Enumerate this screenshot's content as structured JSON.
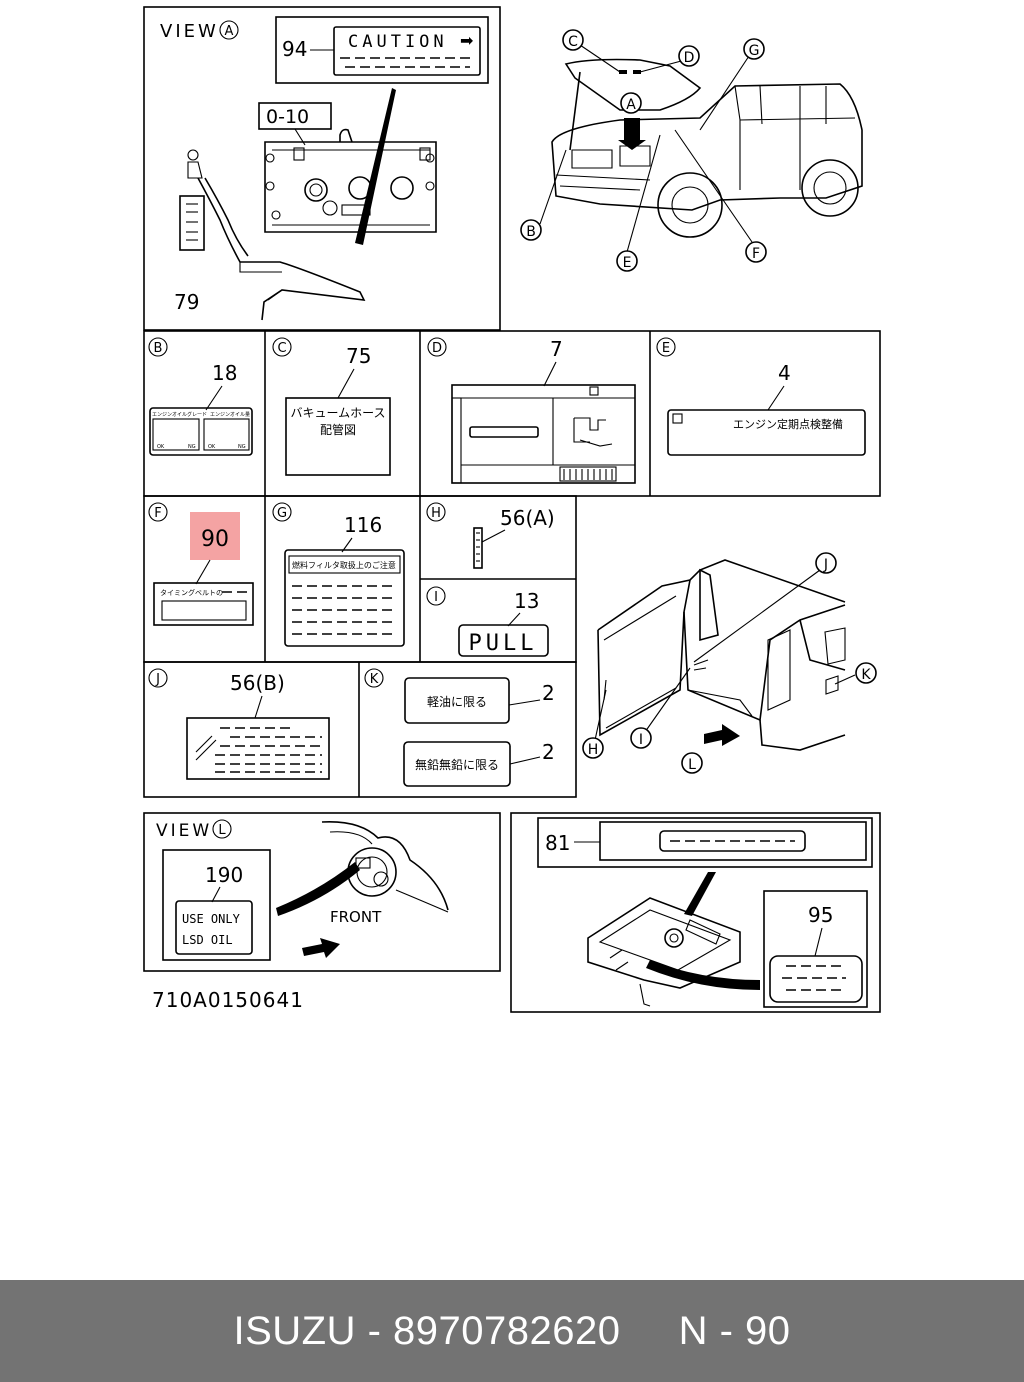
{
  "view_a": {
    "title": "VIEW",
    "letter": "A",
    "caution_callout": "94",
    "caution_text": "CAUTION",
    "caution_arrow": "➡",
    "oil_label": "0-10",
    "dipstick_callout": "79"
  },
  "vehicle_front": {
    "letters": [
      "C",
      "D",
      "G",
      "A",
      "B",
      "E",
      "F"
    ]
  },
  "panels": {
    "b": {
      "letter": "B",
      "callout": "18",
      "label_left_top": "エンジンオイルグレード",
      "label_right_top": "エンジンオイル量",
      "left_bottom_l": "OK",
      "left_bottom_r": "NG",
      "right_bottom_l": "OK",
      "right_bottom_r": "NG"
    },
    "c": {
      "letter": "C",
      "callout": "75",
      "line1": "バキュームホース",
      "line2": "配管図"
    },
    "d": {
      "letter": "D",
      "callout": "7"
    },
    "e": {
      "letter": "E",
      "callout": "4",
      "text": "エンジン定期点検整備"
    },
    "f": {
      "letter": "F",
      "callout": "90",
      "text": "タイミングベルトの"
    },
    "g": {
      "letter": "G",
      "callout": "116",
      "text": "燃料フィルタ取扱上のご注意"
    },
    "h": {
      "letter": "H",
      "callout": "56(A)"
    },
    "i": {
      "letter": "I",
      "callout": "13",
      "text": "PULL"
    },
    "j": {
      "letter": "J",
      "callout": "56(B)"
    },
    "k": {
      "letter": "K",
      "callout_1": "2",
      "text_1": "軽油に限る",
      "callout_2": "2",
      "text_2": "無鉛無鉛に限る"
    }
  },
  "vehicle_rear": {
    "letters": [
      "J",
      "K",
      "H",
      "I",
      "L"
    ]
  },
  "view_l": {
    "title": "VIEW",
    "letter": "L",
    "callout": "190",
    "line1": "USE ONLY",
    "line2": "LSD OIL",
    "front_label": "FRONT"
  },
  "spare": {
    "callout_81": "81",
    "callout_95": "95"
  },
  "drawing_number": "710A0150641",
  "footer": {
    "text": "ISUZU - 8970782620     N - 90"
  },
  "colors": {
    "highlight": "#f4a3a3",
    "footer_bg": "#737373"
  }
}
